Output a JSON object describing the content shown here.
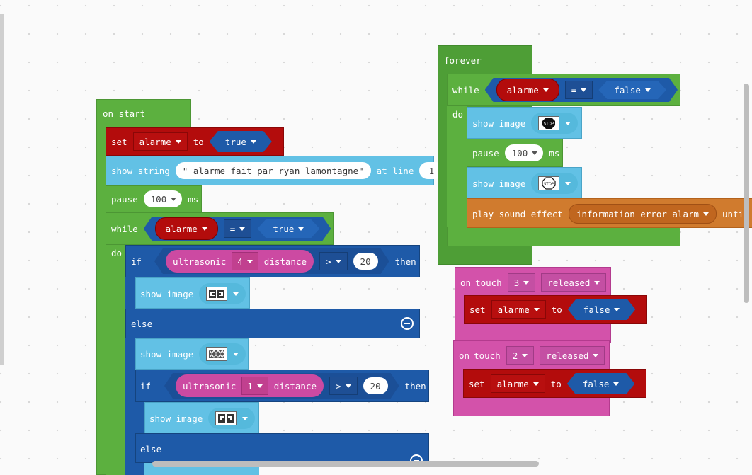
{
  "start": {
    "title": "on start",
    "set_kw": "set",
    "to_kw": "to",
    "var": "alarme",
    "val": "true",
    "show_string_kw": "show string",
    "string_value": "\" alarme fait par ryan lamontagne\"",
    "at_line_kw": "at line",
    "line": "1",
    "pause_kw": "pause",
    "pause_val": "100",
    "ms": "ms",
    "while_kw": "while",
    "do_kw": "do",
    "while_var": "alarme",
    "while_op": "=",
    "while_val": "true",
    "if_kw": "if",
    "then_kw": "then",
    "else_kw": "else",
    "show_image_kw": "show image",
    "ultrasonic_kw": "ultrasonic",
    "distance_kw": "distance",
    "if1_port": "4",
    "if1_op": ">",
    "if1_val": "20",
    "if2_port": "1",
    "if2_op": ">",
    "if2_val": "20"
  },
  "forever": {
    "title": "forever",
    "while_kw": "while",
    "do_kw": "do",
    "while_var": "alarme",
    "while_op": "=",
    "while_val": "false",
    "show_image_kw": "show image",
    "pause_kw": "pause",
    "pause_val": "100",
    "ms": "ms",
    "play_kw": "play sound effect",
    "sound": "information error alarm",
    "until_kw": "until"
  },
  "touch3": {
    "on_kw": "on",
    "touch_kw": "touch",
    "pin": "3",
    "event": "released",
    "set_kw": "set",
    "var": "alarme",
    "to_kw": "to",
    "val": "false"
  },
  "touch2": {
    "on_kw": "on",
    "touch_kw": "touch",
    "pin": "2",
    "event": "released",
    "set_kw": "set",
    "var": "alarme",
    "to_kw": "to",
    "val": "false"
  },
  "icons": {
    "stop": "STOP"
  },
  "colors": {
    "loops": "#5cb03f",
    "variables": "#b30c0c",
    "basic": "#62c1e5",
    "logic": "#1e5aa8",
    "sensors": "#d352aa",
    "music": "#d07b2e"
  }
}
